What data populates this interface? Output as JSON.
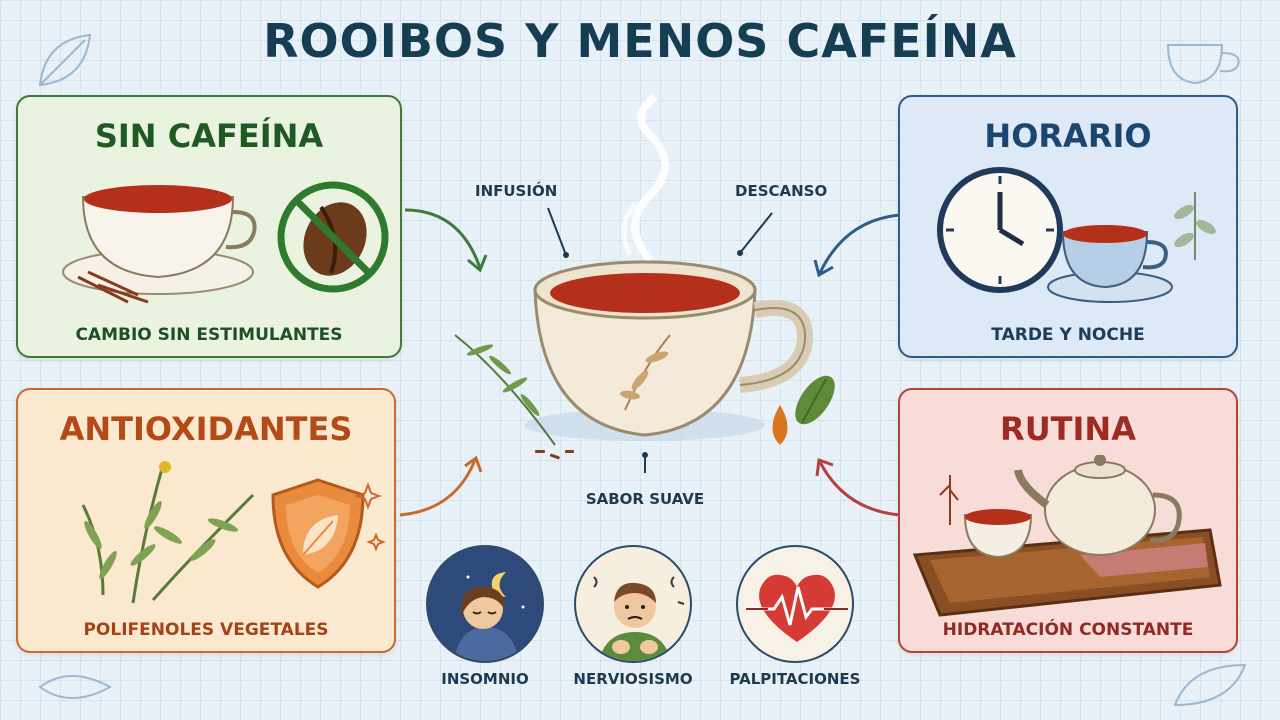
{
  "title": "ROOIBOS Y MENOS CAFEÍNA",
  "cards": {
    "sin_cafeina": {
      "title": "SIN CAFEÍNA",
      "subtitle": "CAMBIO SIN ESTIMULANTES"
    },
    "horario": {
      "title": "HORARIO",
      "subtitle": "TARDE Y NOCHE"
    },
    "antioxidantes": {
      "title": "ANTIOXIDANTES",
      "subtitle": "POLIFENOLES VEGETALES"
    },
    "rutina": {
      "title": "RUTINA",
      "subtitle": "HIDRATACIÓN CONSTANTE"
    }
  },
  "center": {
    "label_infusion": "INFUSIÓN",
    "label_descanso": "DESCANSO",
    "label_sabor": "SABOR SUAVE"
  },
  "circles": [
    {
      "label": "INSOMNIO",
      "icon": "sleepy-person-icon"
    },
    {
      "label": "NERVIOSISMO",
      "icon": "nervous-person-icon"
    },
    {
      "label": "PALPITACIONES",
      "icon": "heartbeat-icon"
    }
  ],
  "colors": {
    "green": "#3f7a3a",
    "blue": "#2d5d88",
    "orange": "#c96a2c",
    "red": "#b6403a",
    "tea": "#b5301a"
  }
}
